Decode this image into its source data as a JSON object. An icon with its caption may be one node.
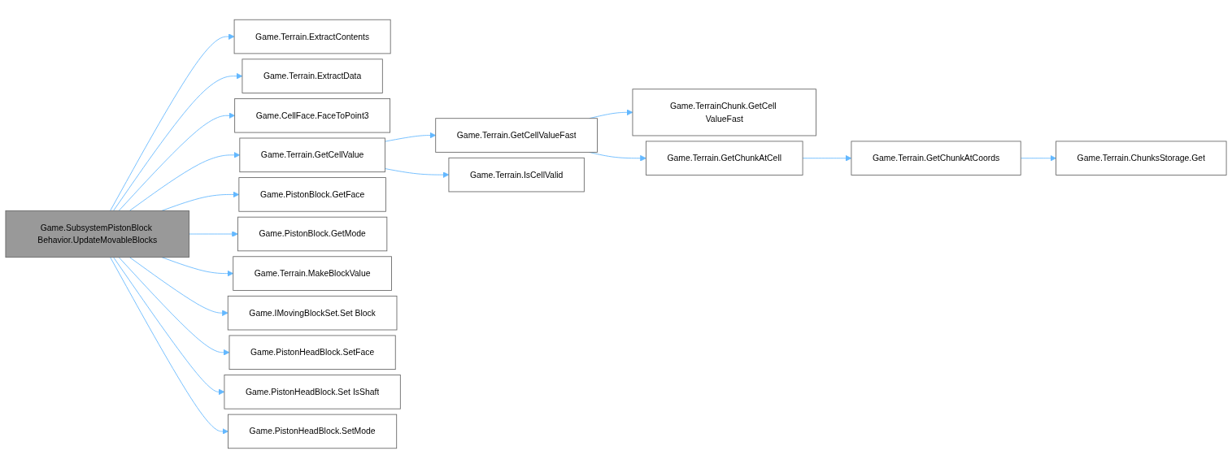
{
  "diagram": {
    "nodes": [
      {
        "text": [
          "Game.SubsystemPistonBlock Behavior.UpdateMovableBlocks"
        ]
      },
      {
        "text": [
          "Game.Terrain.ExtractContents"
        ]
      },
      {
        "text": [
          "Game.Terrain.ExtractData"
        ]
      },
      {
        "text": [
          "Game.CellFace.FaceToPoint3"
        ]
      },
      {
        "text": [
          "Game.Terrain.GetCellValue"
        ]
      },
      {
        "text": [
          "Game.PistonBlock.GetFace"
        ]
      },
      {
        "text": [
          "Game.PistonBlock.GetMode"
        ]
      },
      {
        "text": [
          "Game.Terrain.MakeBlockValue"
        ]
      },
      {
        "text": [
          "Game.IMovingBlockSet.Set Block"
        ]
      },
      {
        "text": [
          "Game.PistonHeadBlock.SetFace"
        ]
      },
      {
        "text": [
          "Game.PistonHeadBlock.Set IsShaft"
        ]
      },
      {
        "text": [
          "Game.PistonHeadBlock.SetMode"
        ]
      },
      {
        "text": [
          "Game.Terrain.GetCellValueFast"
        ]
      },
      {
        "text": [
          "Game.Terrain.IsCellValid"
        ]
      },
      {
        "text": [
          "Game.TerrainChunk.GetCell ValueFast"
        ]
      },
      {
        "text": [
          "Game.Terrain.GetChunkAtCell"
        ]
      },
      {
        "text": [
          "Game.Terrain.GetChunkAtCoords"
        ]
      },
      {
        "text": [
          "Game.Terrain.ChunksStorage.Get"
        ]
      }
    ],
    "edges": [
      {
        "from": 0,
        "to": 1,
        "arrow": "to"
      },
      {
        "from": 0,
        "to": 2,
        "arrow": "to"
      },
      {
        "from": 0,
        "to": 3,
        "arrow": "to"
      },
      {
        "from": 0,
        "to": 4,
        "arrow": "to"
      },
      {
        "from": 0,
        "to": 5,
        "arrow": "to"
      },
      {
        "from": 0,
        "to": 6,
        "arrow": "to"
      },
      {
        "from": 0,
        "to": 7,
        "arrow": "to"
      },
      {
        "from": 0,
        "to": 8,
        "arrow": "to"
      },
      {
        "from": 0,
        "to": 9,
        "arrow": "to"
      },
      {
        "from": 0,
        "to": 10,
        "arrow": "to"
      },
      {
        "from": 0,
        "to": 11,
        "arrow": "to"
      },
      {
        "from": 4,
        "to": 12,
        "arrow": "to"
      },
      {
        "from": 4,
        "to": 13,
        "arrow": "to"
      },
      {
        "from": 12,
        "to": 14,
        "arrow": "to"
      },
      {
        "from": 12,
        "to": 15,
        "arrow": "to"
      },
      {
        "from": 15,
        "to": 16,
        "arrow": "to"
      },
      {
        "from": 16,
        "to": 17,
        "arrow": "to"
      }
    ]
  }
}
